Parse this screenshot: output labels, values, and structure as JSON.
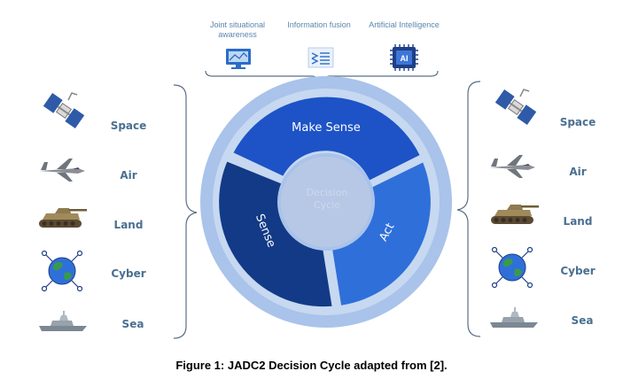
{
  "top_items": [
    {
      "label_lines": [
        "Joint situational",
        "awareness"
      ],
      "icon": "monitor-map-icon"
    },
    {
      "label_lines": [
        "Information fusion"
      ],
      "icon": "fusion-arrows-icon"
    },
    {
      "label_lines": [
        "Artificial Intelligence"
      ],
      "icon": "ai-chip-icon"
    }
  ],
  "left_domains": [
    "Space",
    "Air",
    "Land",
    "Cyber",
    "Sea"
  ],
  "right_domains": [
    "Space",
    "Air",
    "Land",
    "Cyber",
    "Sea"
  ],
  "segments": {
    "make_sense": "Make Sense",
    "sense": "Sense",
    "act": "Act"
  },
  "center_lines": [
    "Decision",
    "Cycle"
  ],
  "caption": "Figure 1: JADC2 Decision Cycle adapted from [2].",
  "colors": {
    "outer_ring": "#a9c3ea",
    "make_sense": "#1d53c6",
    "sense": "#123a86",
    "act": "#2f6fd9",
    "center": "#b7c8e6",
    "bracket": "#5a6f86"
  }
}
